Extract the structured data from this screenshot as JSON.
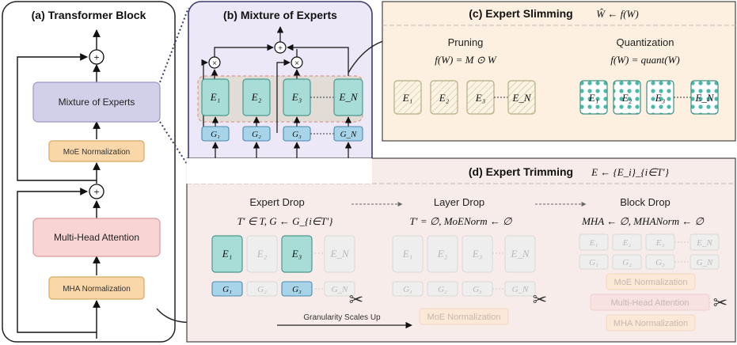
{
  "panels": {
    "a": {
      "title": "(a) Transformer Block",
      "moe": "Mixture of Experts",
      "moe_norm": "MoE Normalization",
      "mha": "Multi-Head Attention",
      "mha_norm": "MHA Normalization"
    },
    "b": {
      "title": "(b) Mixture of Experts"
    },
    "c": {
      "title": "(c) Expert Slimming",
      "formula": "Ŵ ← f(W)",
      "pruning": "Pruning",
      "pruning_formula": "f(W) = M ⊙ W",
      "quant": "Quantization",
      "quant_formula": "f(W) = quant(W)"
    },
    "d": {
      "title": "(d) Expert Trimming",
      "formula": "E ← {E_i}_{i∈T′}",
      "expert_drop": "Expert Drop",
      "expert_drop_formula": "T′ ∈ T,   G ← G_{i∈T′}",
      "layer_drop": "Layer Drop",
      "layer_drop_formula": "T′ = ∅,  MoENorm ← ∅",
      "block_drop": "Block Drop",
      "block_drop_formula": "MHA ← ∅,  MHANorm ← ∅",
      "granularity": "Granularity Scales Up",
      "moe_norm": "MoE Normalization",
      "mha": "Multi-Head Attention",
      "mha_norm": "MHA Normalization"
    }
  },
  "labels": {
    "e1": "E₁",
    "e2": "E₂",
    "e3": "E₃",
    "en": "E_N",
    "g1": "G₁",
    "g2": "G₂",
    "g3": "G₃",
    "gn": "G_N",
    "plus": "+",
    "times": "×",
    "scissors": "✂"
  },
  "colors": {
    "expert": "#a8dcd6",
    "gate": "#a8d4ea",
    "moe_block": "#d2cfe8",
    "norm": "#f9d7a8",
    "mha": "#f8d4d4",
    "panel_c": "#fdf0e0",
    "panel_d": "#f7ece9",
    "panel_b": "#ece8f8"
  }
}
